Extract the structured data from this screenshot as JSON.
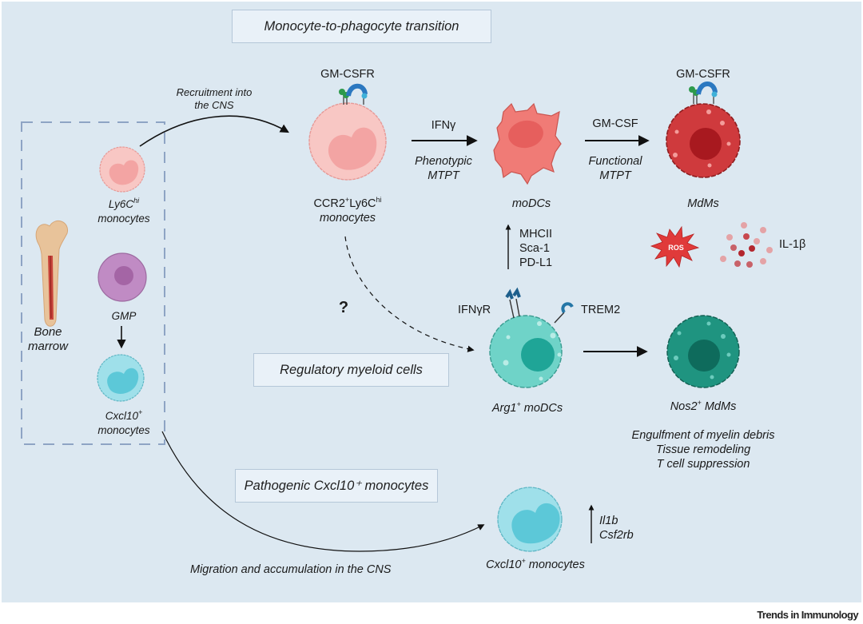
{
  "section_boxes": {
    "transition": "Monocyte-to-phagocyte transition",
    "regulatory": "Regulatory myeloid cells",
    "pathogenic": "Pathogenic Cxcl10⁺ monocytes"
  },
  "bone_marrow": {
    "label_line1": "Bone",
    "label_line2": "marrow",
    "ly6c_label": "Ly6C",
    "ly6c_sup": "hi",
    "ly6c_line2": "monocytes",
    "gmp_label": "GMP",
    "cxcl10_label": "Cxcl10",
    "cxcl10_sup": "+",
    "cxcl10_line2": "monocytes"
  },
  "arrows": {
    "recruitment_line1": "Recruitment into",
    "recruitment_line2": "the CNS",
    "migration": "Migration and accumulation in the CNS",
    "question_mark": "?"
  },
  "transition": {
    "ccr2_receptor": "GM-CSFR",
    "ccr2_label": "CCR2",
    "ccr2_sup1": "+",
    "ccr2_mid": "Ly6C",
    "ccr2_sup2": "hi",
    "ccr2_line2": "monocytes",
    "ifng": "IFNγ",
    "phenotypic_line1": "Phenotypic",
    "phenotypic_line2": "MTPT",
    "modcs_label": "moDCs",
    "gmcsf": "GM-CSF",
    "functional_line1": "Functional",
    "functional_line2": "MTPT",
    "mdms_receptor": "GM-CSFR",
    "mdms_label": "MdMs",
    "markers": [
      "MHCII",
      "Sca-1",
      "PD-L1"
    ],
    "ros": "ROS",
    "il1b": "IL-1β"
  },
  "regulatory": {
    "ifngr": "IFNγR",
    "trem2": "TREM2",
    "arg1_label": "Arg1",
    "arg1_sup": "+",
    "arg1_rest": " moDCs",
    "nos2_label": "Nos2",
    "nos2_sup": "+",
    "nos2_rest": " MdMs",
    "functions": [
      "Engulfment of myelin debris",
      "Tissue remodeling",
      "T cell suppression"
    ]
  },
  "pathogenic": {
    "cell_label": "Cxcl10",
    "cell_sup": "+",
    "cell_rest": " monocytes",
    "genes": [
      "Il1b",
      "Csf2rb"
    ]
  },
  "credit": "Trends in Immunology",
  "colors": {
    "background": "#dce8f1",
    "monocyte_pink": "#f8c1bf",
    "modc_red": "#f07b76",
    "mdm_red": "#cf3a3d",
    "arg1_teal": "#6fd3c8",
    "nos2_teal": "#1f9480",
    "cxcl10_cyan": "#8fdce6",
    "gmp_purple": "#c08bc4"
  }
}
